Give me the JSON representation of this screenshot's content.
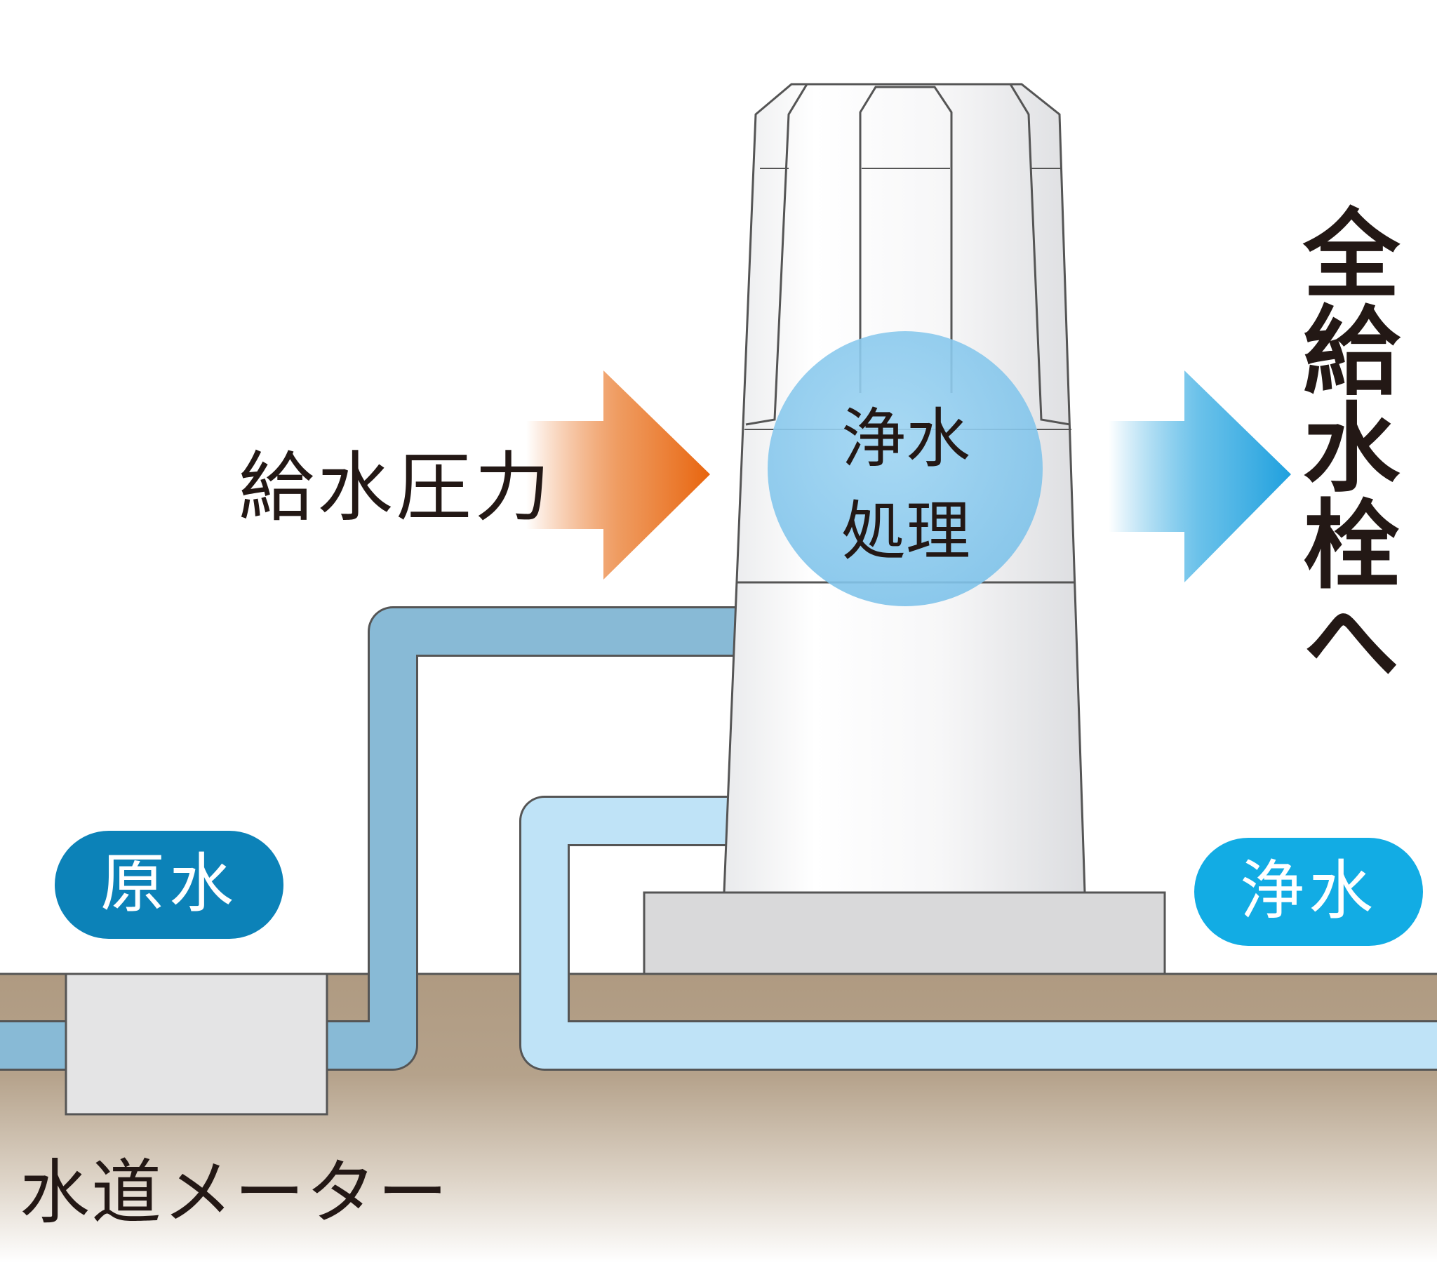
{
  "labels": {
    "supply_pressure": "給水圧力",
    "treatment": [
      "浄水",
      "処理"
    ],
    "destination": "全給水栓へ",
    "raw_water": "原水",
    "purified_water": "浄水",
    "water_meter": "水道メーター"
  },
  "colors": {
    "raw_pipe": "#88BAD6",
    "clean_pipe": "#BFE3F7",
    "raw_badge": "#0C82B8",
    "clean_badge": "#12ACE4",
    "pressure_arrow": "#E8650E",
    "outflow_arrow": "#1FA0DE",
    "treatment_circle": "#86C9EE",
    "ground": "#B09A80",
    "text": "#231815"
  }
}
